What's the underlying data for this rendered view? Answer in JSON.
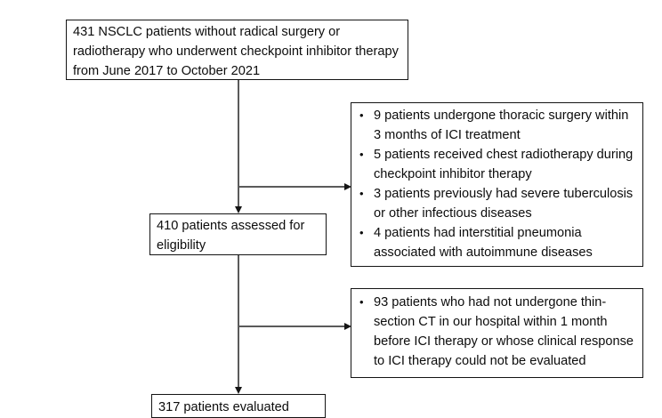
{
  "diagram": {
    "type": "patient-selection-flowchart",
    "boxes": {
      "cohort": {
        "label": "431 NSCLC patients without radical surgery or radiotherapy who underwent checkpoint inhibitor therapy from June 2017 to October 2021",
        "count": 431
      },
      "assessed": {
        "label": "410 patients assessed for eligibility",
        "count": 410
      },
      "evaluated": {
        "label": "317 patients evaluated",
        "count": 317
      }
    },
    "exclusions": [
      {
        "id": "exclusion-group-1",
        "items": [
          "9 patients undergone thoracic surgery within 3 months of ICI treatment",
          "5 patients received chest radiotherapy during checkpoint inhibitor therapy",
          "3 patients previously had severe tuberculosis or other infectious diseases",
          "4 patients had interstitial pneumonia associated with autoimmune diseases"
        ]
      },
      {
        "id": "exclusion-group-2",
        "items": [
          "93 patients who had not undergone thin-section CT in our hospital within 1 month before ICI therapy or whose clinical response to ICI therapy  could not be evaluated"
        ]
      }
    ],
    "colors": {
      "box_border": "#141414",
      "connector": "#5a5a5a",
      "arrowhead": "#151515",
      "text": "#0c0c0c",
      "background": "#ffffff"
    }
  }
}
